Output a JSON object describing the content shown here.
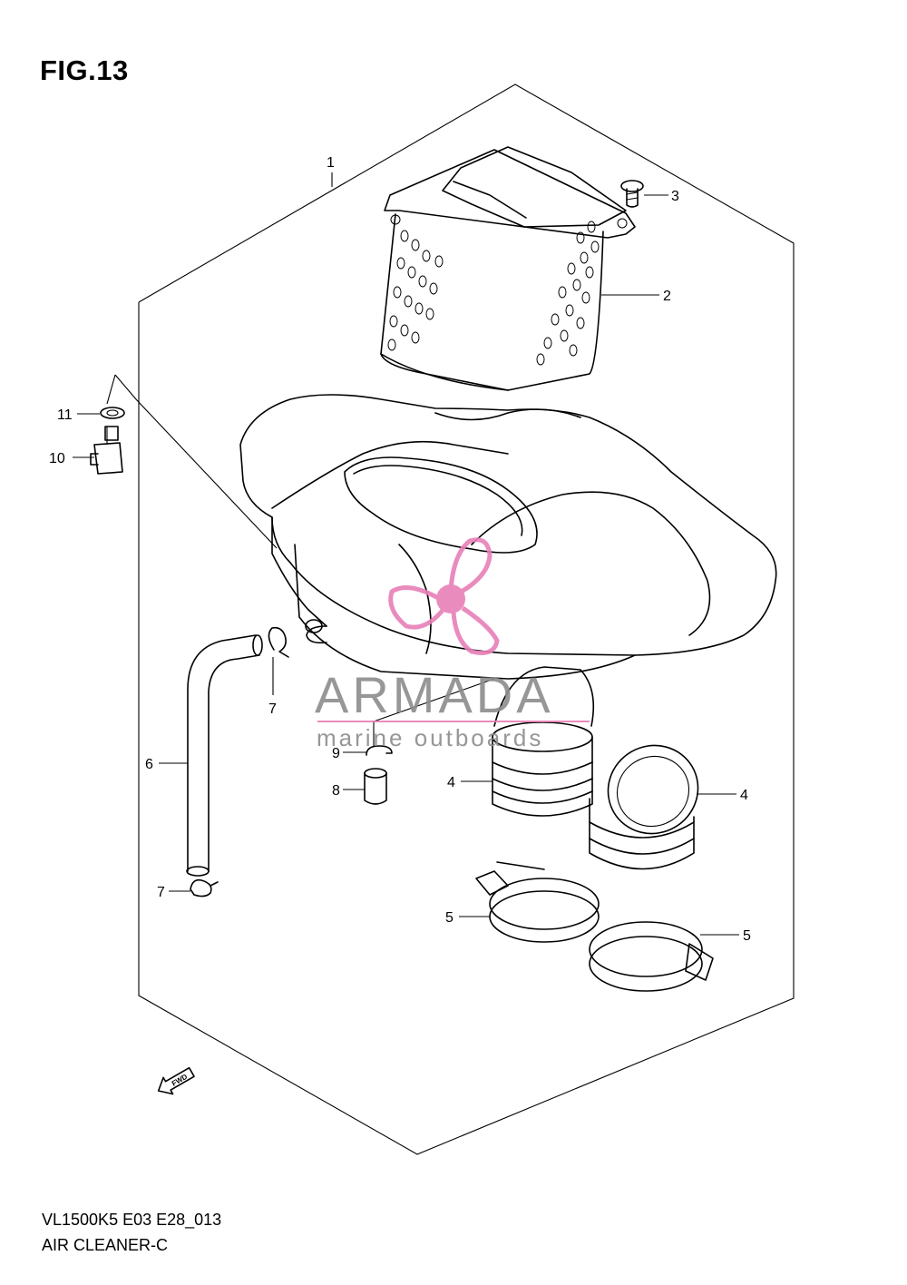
{
  "figure": {
    "title": "FIG.13"
  },
  "callouts": [
    {
      "id": "c1",
      "text": "1"
    },
    {
      "id": "c2",
      "text": "2"
    },
    {
      "id": "c3",
      "text": "3"
    },
    {
      "id": "c4a",
      "text": "4"
    },
    {
      "id": "c4b",
      "text": "4"
    },
    {
      "id": "c5a",
      "text": "5"
    },
    {
      "id": "c5b",
      "text": "5"
    },
    {
      "id": "c6",
      "text": "6"
    },
    {
      "id": "c7a",
      "text": "7"
    },
    {
      "id": "c7b",
      "text": "7"
    },
    {
      "id": "c8",
      "text": "8"
    },
    {
      "id": "c9",
      "text": "9"
    },
    {
      "id": "c10",
      "text": "10"
    },
    {
      "id": "c11",
      "text": "11"
    }
  ],
  "fwd_marker": {
    "text": "FWD"
  },
  "watermark": {
    "brand": "ARMADA",
    "tagline": "marine outboards",
    "color": "#e87fb8"
  },
  "footer": {
    "model_code": "VL1500K5 E03 E28_013",
    "section_name": "AIR CLEANER-C"
  }
}
